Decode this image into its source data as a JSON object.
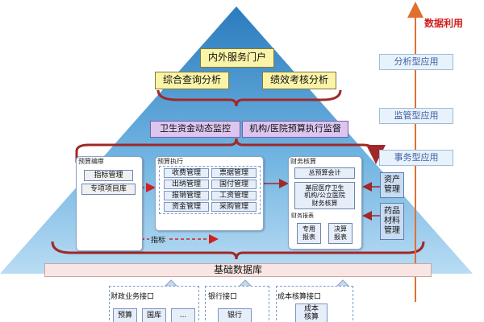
{
  "pyramid": {
    "portal": "内外服务门户",
    "query_analysis": "综合查询分析",
    "perf_analysis": "绩效考核分析",
    "fund_monitor": "卫生资金动态监控",
    "budget_monitor": "机构/医院预算执行监督"
  },
  "budget_prep": {
    "title": "预算编审",
    "items": [
      "指标管理",
      "专项项目库"
    ]
  },
  "budget_exec": {
    "title": "预算执行",
    "grid": [
      [
        "收费管理",
        "票据管理"
      ],
      [
        "出纳管理",
        "国付管理"
      ],
      [
        "报销管理",
        "工资管理"
      ],
      [
        "资金管理",
        "采购管理"
      ]
    ],
    "indicator_label": "指标"
  },
  "accounting": {
    "title": "财务核算",
    "total_ledger": "总预算会计",
    "grassroots": "基层医疗卫生\n机构/公立医院\n财务核算",
    "reports_title": "财务报表",
    "reports": [
      "专用\n报表",
      "决算\n报表"
    ]
  },
  "side_boxes": {
    "assets": "资产\n管理",
    "drugs": "药品\n材料\n管理"
  },
  "base_db": "基础数据库",
  "bottom": {
    "finance_iface": {
      "title": "财政业务接口",
      "items": [
        "预算",
        "国库",
        "..."
      ]
    },
    "bank_iface": {
      "title": "银行接口",
      "items": [
        "银行"
      ]
    },
    "cost_iface": {
      "title": "成本核算接口",
      "items": [
        "成本\n核算"
      ]
    }
  },
  "right_panel": {
    "arrow_label": "数据利用",
    "tags": [
      "分析型应用",
      "监管型应用",
      "事务型应用"
    ]
  },
  "colors": {
    "triangle_top": "#2b7bbd",
    "triangle_bottom": "#a9d2ee",
    "arrow": "#d02020",
    "brace": "#a02828"
  }
}
